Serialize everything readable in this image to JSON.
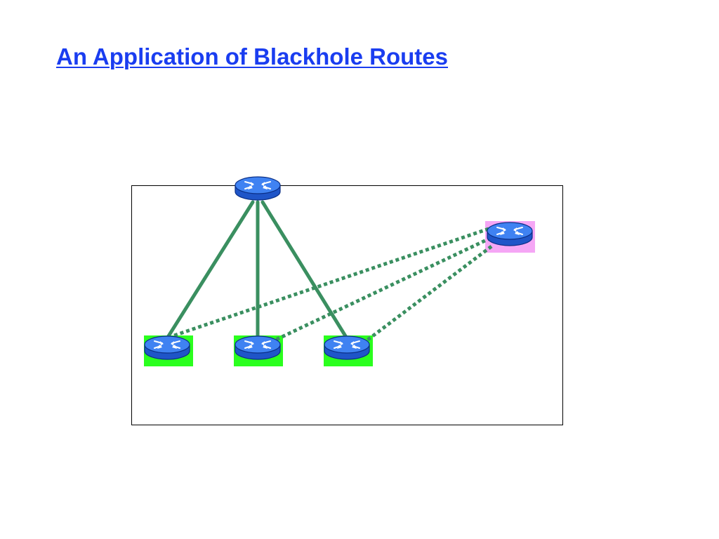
{
  "slide": {
    "title": "An Application of Blackhole Routes"
  },
  "colors": {
    "title": "#1a3df0",
    "link": "#3a8f60",
    "router_blue": "#2f6ee6",
    "router_dark": "#0b3a9e",
    "highlight_green": "#2bff1e",
    "highlight_pink": "#f5a6f5",
    "frame": "#000000"
  },
  "diagram": {
    "routers": [
      {
        "id": "top",
        "icon": "router-icon",
        "highlight": "none"
      },
      {
        "id": "bottom-left",
        "icon": "router-icon",
        "highlight": "green"
      },
      {
        "id": "bottom-middle",
        "icon": "router-icon",
        "highlight": "green"
      },
      {
        "id": "bottom-right",
        "icon": "router-icon",
        "highlight": "green"
      },
      {
        "id": "right",
        "icon": "router-icon",
        "highlight": "pink"
      }
    ],
    "solid_links": [
      {
        "from": "top",
        "to": "bottom-left"
      },
      {
        "from": "top",
        "to": "bottom-middle"
      },
      {
        "from": "top",
        "to": "bottom-right"
      }
    ],
    "dotted_links": [
      {
        "from": "right",
        "to": "bottom-left"
      },
      {
        "from": "right",
        "to": "bottom-middle"
      },
      {
        "from": "right",
        "to": "bottom-right"
      }
    ]
  }
}
